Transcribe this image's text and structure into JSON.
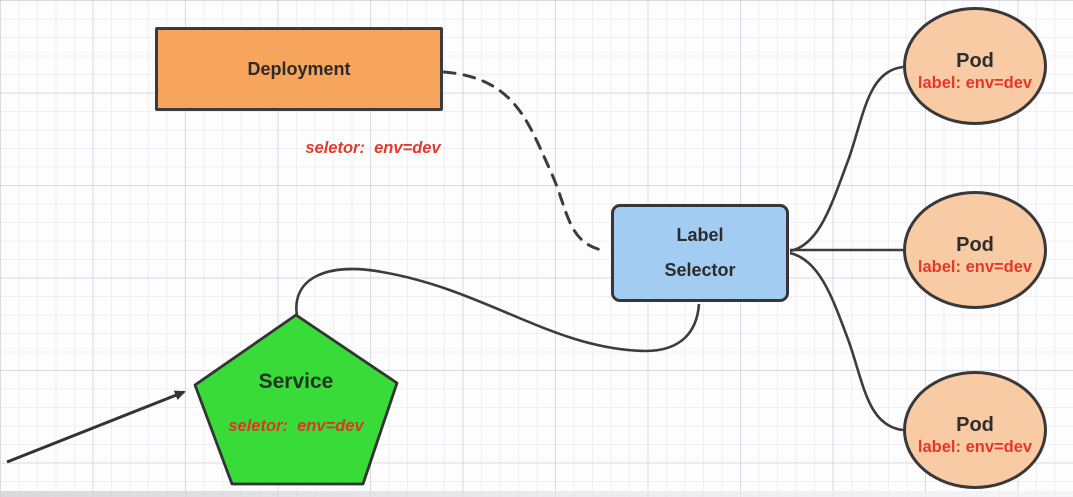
{
  "diagram": {
    "deployment": {
      "label": "Deployment"
    },
    "deployment_note": {
      "text": "seletor:  env=dev"
    },
    "label_selector": {
      "line1": "Label",
      "line2": "Selector"
    },
    "service": {
      "label": "Service",
      "note": "seletor:  env=dev"
    },
    "pods": [
      {
        "title": "Pod",
        "label": "label: env=dev"
      },
      {
        "title": "Pod",
        "label": "label: env=dev"
      },
      {
        "title": "Pod",
        "label": "label: env=dev"
      }
    ]
  },
  "colors": {
    "deployment_fill": "#F7A55C",
    "pod_fill": "#F9CBA4",
    "label_selector_fill": "#A3CCF2",
    "service_fill": "#38DB38",
    "note_red": "#E23A2E",
    "shape_border": "#383838",
    "connector": "#3c3c3c"
  }
}
